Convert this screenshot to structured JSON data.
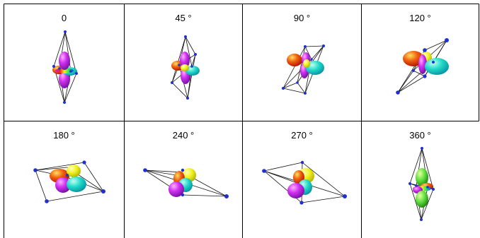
{
  "panels": [
    {
      "label": "0"
    },
    {
      "label": "45 °"
    },
    {
      "label": "90 °"
    },
    {
      "label": "120 °"
    },
    {
      "label": "180 °"
    },
    {
      "label": "240 °"
    },
    {
      "label": "270 °"
    },
    {
      "label": "360 °"
    }
  ],
  "colors": {
    "grid": "#000000",
    "vertex": "#1f2fd0",
    "lobe_magenta": "#c020e0",
    "lobe_red": "#e03010",
    "lobe_yellow": "#f0e020",
    "lobe_cyan": "#20d0c0"
  }
}
